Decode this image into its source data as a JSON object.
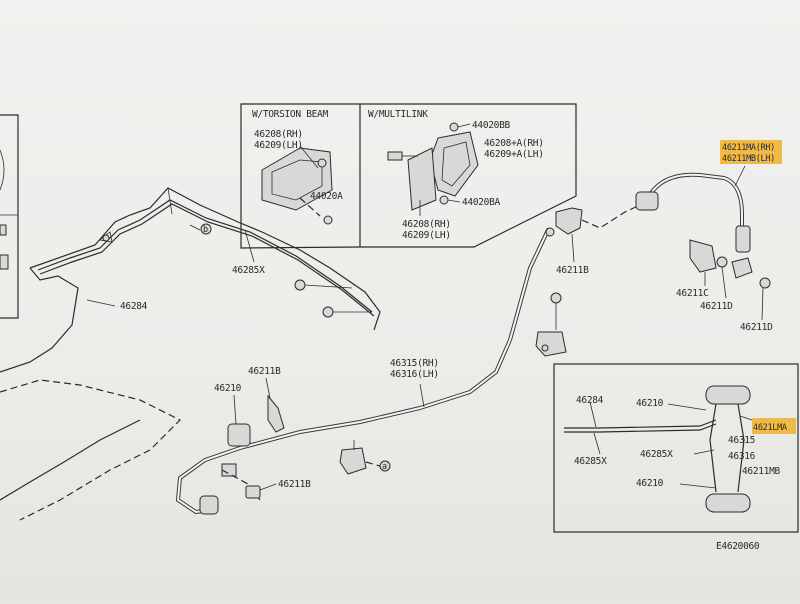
{
  "inset_left": {
    "title_left": "W/TORSION BEAM",
    "title_right": "W/MULTILINK",
    "parts": {
      "p46208_46209_rh_lh": [
        "46208(RH)",
        "46209(LH)"
      ],
      "p44020a": "44020A",
      "p44020bb_top": "44020BB",
      "p46208a_46209a": [
        "46208+A(RH)",
        "46209+A(LH)"
      ],
      "p44020ba": "44020BA",
      "p46208_46209_bottom": [
        "46208(RH)",
        "46209(LH)"
      ]
    }
  },
  "main_labels": {
    "l46285x": "46285X",
    "l46284": "46284",
    "l46315_46316": [
      "46315(RH)",
      "46316(LH)"
    ],
    "l46211b_top": "46211B",
    "l46211b_mid": "46211B",
    "l46211b_bottom": "46211B",
    "l46210": "46210",
    "l46211ma_mb": [
      "46211MA(RH)",
      "46211MB(LH)"
    ],
    "l46211c": "46211C",
    "l46211d_a": "46211D",
    "l46211d_b": "46211D",
    "callout_b": "b",
    "callout_a": "a"
  },
  "overview": {
    "l46284": "46284",
    "l46285x_top": "46285X",
    "l46210_top": "46210",
    "l46211ma": "4621LMA",
    "l46315": "46315",
    "l46285x_mid": "46285X",
    "l46316": "46316",
    "l46211mb": "46211MB",
    "l46210_bottom": "46210"
  },
  "figure_code": "E4620060",
  "colors": {
    "highlight": "#f0b02a",
    "ink": "#2c2c2c"
  }
}
